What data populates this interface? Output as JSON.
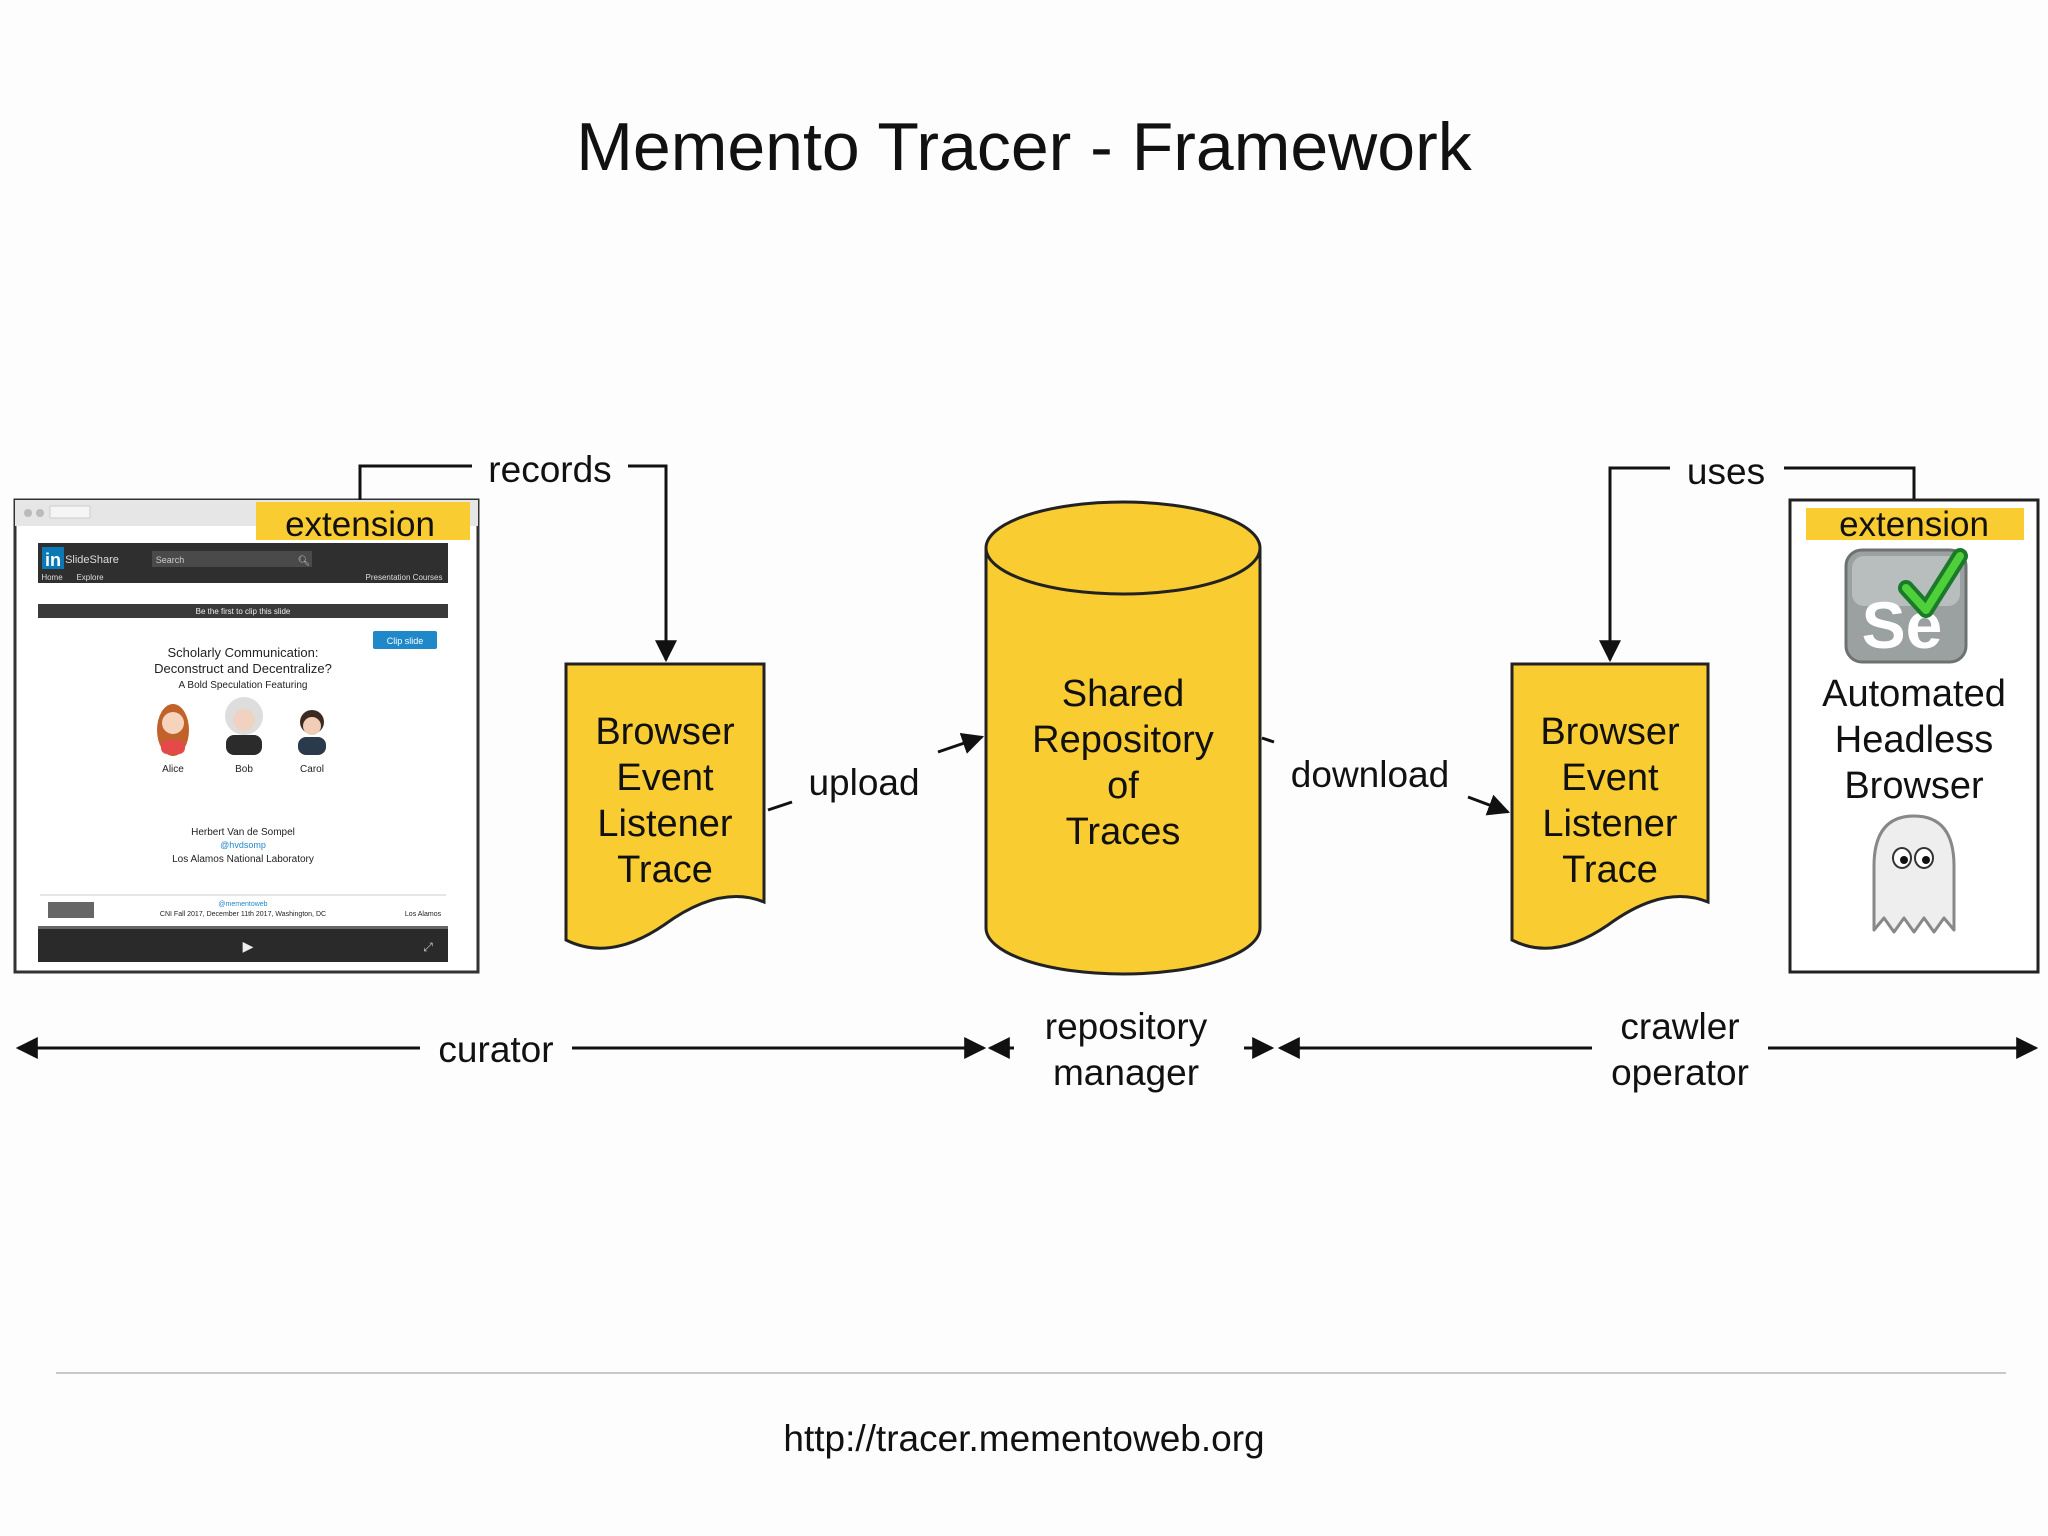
{
  "title": "Memento Tracer - Framework",
  "footer_url": "http://tracer.mementoweb.org",
  "colors": {
    "accent_yellow": "#f9cc32",
    "stroke": "#1a1a1a"
  },
  "diagram": {
    "browser_left": {
      "extension_label": "extension",
      "screenshot": {
        "site": "SlideShare",
        "search": "Search",
        "nav_left": [
          "Home",
          "Explore"
        ],
        "nav_right": "Presentation Courses",
        "banner": "Be the first to clip this slide",
        "clip_button": "Clip slide",
        "heading": [
          "Scholarly Communication:",
          "Deconstruct and Decentralize?"
        ],
        "subheading": "A Bold Speculation Featuring",
        "people": [
          "Alice",
          "Bob",
          "Carol"
        ],
        "author": "Herbert Van de Sompel",
        "handle": "@hvdsomp",
        "affiliation": "Los Alamos National Laboratory",
        "handle2": "@mementoweb",
        "event": "CNI Fall 2017, December 11th 2017, Washington, DC",
        "logo_text": "Los Alamos"
      }
    },
    "records_label": "records",
    "uses_label": "uses",
    "trace_left": [
      "Browser",
      "Event",
      "Listener",
      "Trace"
    ],
    "trace_right": [
      "Browser",
      "Event",
      "Listener",
      "Trace"
    ],
    "repository": [
      "Shared",
      "Repository",
      "of",
      "Traces"
    ],
    "upload_label": "upload",
    "download_label": "download",
    "browser_right": {
      "extension_label": "extension",
      "selenium_text": "Se",
      "lines": [
        "Automated",
        "Headless",
        "Browser"
      ]
    },
    "roles": {
      "curator": "curator",
      "repository_manager": [
        "repository",
        "manager"
      ],
      "crawler_operator": [
        "crawler",
        "operator"
      ]
    }
  }
}
